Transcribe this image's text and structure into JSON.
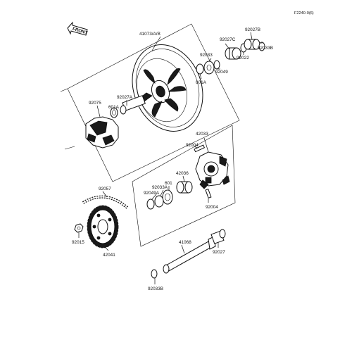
{
  "drawing_code": "F2240-0(6)",
  "front_label": "FRONT",
  "parts": {
    "p41073": "41073/A/B",
    "p92027B": "92027B",
    "p92027C": "92027C",
    "p92033B_top": "92033B",
    "p92022": "92022",
    "p92033": "92033",
    "p92049": "92049",
    "p601A_top": "601A",
    "p92075": "92075",
    "p92027A": "92027A",
    "p601A_left": "601A",
    "p42033": "42033",
    "p92004_top": "92004",
    "p42036": "42036",
    "p601": "601",
    "p92033A": "92033A",
    "p92049A": "92049A",
    "p92004_bottom": "92004",
    "p92057": "92057",
    "p92015": "92015",
    "p42041": "42041",
    "p41068": "41068",
    "p92027": "92027",
    "p92033B_bottom": "92033B"
  }
}
